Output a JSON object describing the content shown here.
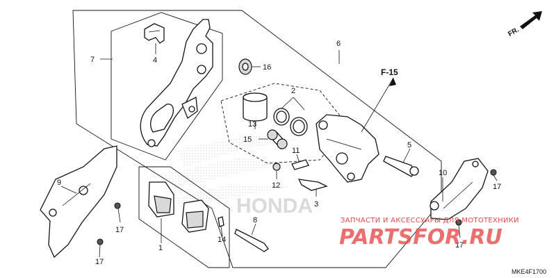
{
  "diagram": {
    "code": "MKE4F1700",
    "ref_label": "F-15",
    "direction_label": "FR.",
    "brand_watermark": "HONDA",
    "watermark": {
      "top_text": "ЗАПЧАСТИ И АКСЕССУАРЫ ДЛЯ МОТОТЕХНИКИ",
      "site": "PARTSFOR.RU"
    },
    "callouts": [
      {
        "id": "c1",
        "text": "1"
      },
      {
        "id": "c2",
        "text": "2"
      },
      {
        "id": "c3",
        "text": "3"
      },
      {
        "id": "c4",
        "text": "4"
      },
      {
        "id": "c5",
        "text": "5"
      },
      {
        "id": "c6",
        "text": "6"
      },
      {
        "id": "c7",
        "text": "7"
      },
      {
        "id": "c8",
        "text": "8"
      },
      {
        "id": "c9",
        "text": "9"
      },
      {
        "id": "c10",
        "text": "10"
      },
      {
        "id": "c11",
        "text": "11"
      },
      {
        "id": "c12",
        "text": "12"
      },
      {
        "id": "c13",
        "text": "13"
      },
      {
        "id": "c14",
        "text": "14"
      },
      {
        "id": "c15",
        "text": "15"
      },
      {
        "id": "c16",
        "text": "16"
      },
      {
        "id": "c17a",
        "text": "17"
      },
      {
        "id": "c17b",
        "text": "17"
      },
      {
        "id": "c17c",
        "text": "17"
      },
      {
        "id": "c17d",
        "text": "17"
      }
    ]
  }
}
